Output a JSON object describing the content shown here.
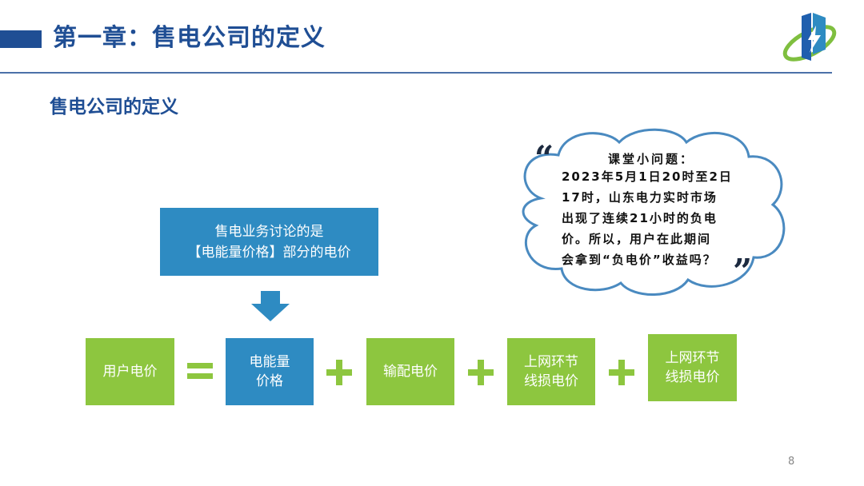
{
  "header": {
    "title": "第一章：售电公司的定义"
  },
  "section": {
    "title": "售电公司的定义"
  },
  "note": {
    "line1": "售电业务讨论的是",
    "line2": "【电能量价格】部分的电价"
  },
  "question": {
    "title": "课堂小问题：",
    "lines": [
      "2023年5月1日20时至2日",
      "17时，山东电力实时市场",
      "出现了连续21小时的负电",
      "价。所以，用户在此期间",
      "会拿到“负电价”收益吗？"
    ]
  },
  "formula": {
    "user_price": "用户电价",
    "energy_price_line1": "电能量",
    "energy_price_line2": "价格",
    "transmission_price": "输配电价",
    "loss_price_line1": "上网环节",
    "loss_price_line2": "线损电价",
    "loss_price_b_line1": "上网环节",
    "loss_price_b_line2": "线损电价"
  },
  "footer": {
    "page_number": "8"
  },
  "colors": {
    "brand_blue": "#1f4e94",
    "box_blue": "#2e8bc2",
    "box_green": "#8dc63f"
  }
}
